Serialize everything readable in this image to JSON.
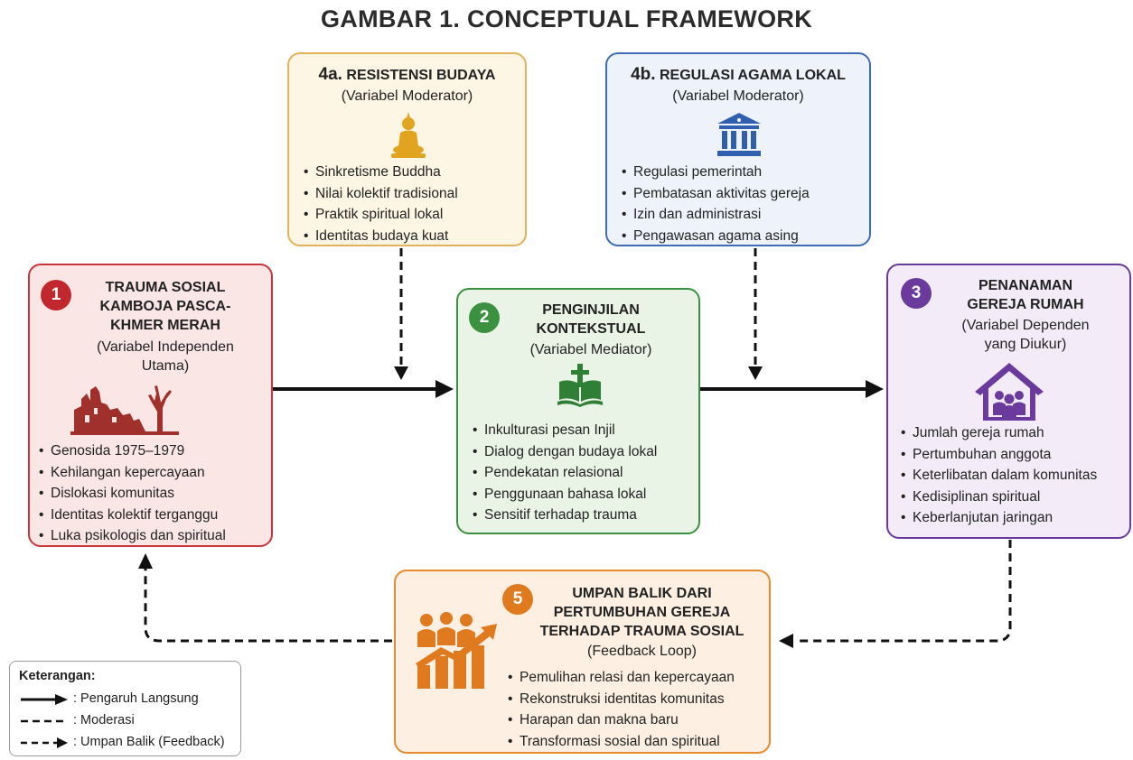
{
  "title": "GAMBAR 1. CONCEPTUAL FRAMEWORK",
  "colors": {
    "red": "#c9353b",
    "green": "#3b9140",
    "purple": "#6a3b9c",
    "orange": "#e88a2e",
    "gold": "#e4b25a",
    "blue": "#3e6db5"
  },
  "box_4a": {
    "label": "4a.",
    "title": "RESISTENSI BUDAYA",
    "subtitle": "(Variabel Moderator)",
    "icon": "buddha-icon",
    "items": [
      "Sinkretisme Buddha",
      "Nilai kolektif tradisional",
      "Praktik spiritual lokal",
      "Identitas budaya kuat"
    ]
  },
  "box_4b": {
    "label": "4b.",
    "title": "REGULASI AGAMA LOKAL",
    "subtitle": "(Variabel Moderator)",
    "icon": "government-building-icon",
    "items": [
      "Regulasi pemerintah",
      "Pembatasan aktivitas gereja",
      "Izin dan administrasi",
      "Pengawasan agama asing"
    ]
  },
  "box_1": {
    "number": "1",
    "title_lines": [
      "TRAUMA SOSIAL",
      "KAMBOJA PASCA-",
      "KHMER MERAH"
    ],
    "subtitle_lines": [
      "(Variabel Independen",
      "Utama)"
    ],
    "icon": "ruins-icon",
    "items": [
      "Genosida 1975–1979",
      "Kehilangan kepercayaan",
      "Dislokasi komunitas",
      "Identitas kolektif terganggu",
      "Luka psikologis dan spiritual"
    ]
  },
  "box_2": {
    "number": "2",
    "title_lines": [
      "PENGINJILAN",
      "KONTEKSTUAL"
    ],
    "subtitle": "(Variabel Mediator)",
    "icon": "bible-cross-icon",
    "items": [
      "Inkulturasi pesan Injil",
      "Dialog dengan budaya lokal",
      "Pendekatan relasional",
      "Penggunaan bahasa lokal",
      "Sensitif terhadap trauma"
    ]
  },
  "box_3": {
    "number": "3",
    "title_lines": [
      "PENANAMAN",
      "GEREJA RUMAH"
    ],
    "subtitle_lines": [
      "(Variabel Dependen",
      "yang Diukur)"
    ],
    "icon": "house-church-icon",
    "items": [
      "Jumlah gereja rumah",
      "Pertumbuhan anggota",
      "Keterlibatan dalam komunitas",
      "Kedisiplinan spiritual",
      "Keberlanjutan jaringan"
    ]
  },
  "box_5": {
    "number": "5",
    "title_lines": [
      "UMPAN BALIK DARI",
      "PERTUMBUHAN GEREJA",
      "TERHADAP TRAUMA SOSIAL"
    ],
    "subtitle": "(Feedback Loop)",
    "icon": "growth-people-icon",
    "items": [
      "Pemulihan relasi dan kepercayaan",
      "Rekonstruksi identitas komunitas",
      "Harapan dan makna baru",
      "Transformasi sosial dan spiritual"
    ]
  },
  "legend": {
    "title": "Keterangan:",
    "items": [
      ": Pengaruh Langsung",
      ": Moderasi",
      ": Umpan Balik (Feedback)"
    ]
  }
}
